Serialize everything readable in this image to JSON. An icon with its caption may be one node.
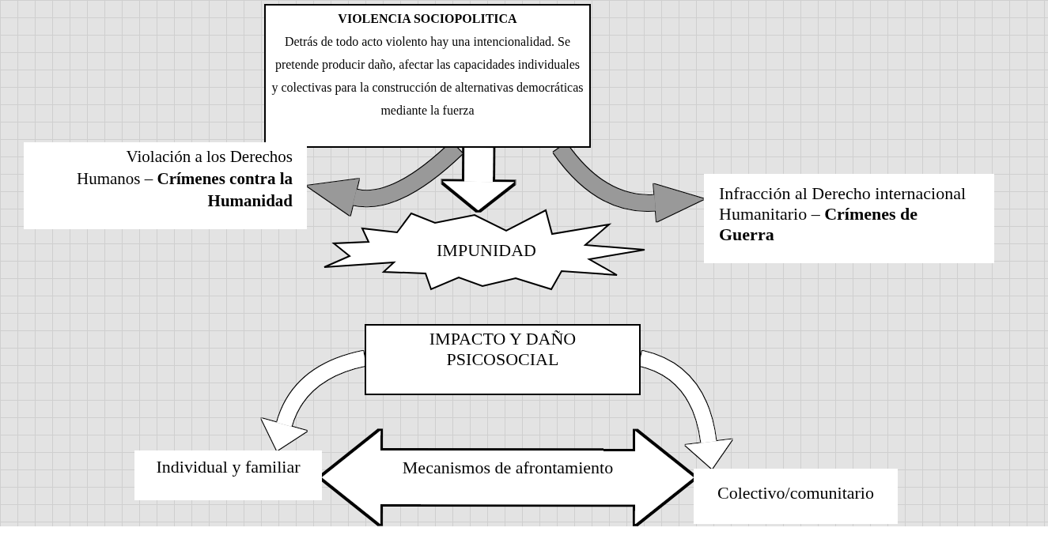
{
  "diagram": {
    "nodes": [
      {
        "text": [
          "VIOLENCIA SOCIOPOLITICA",
          "Detrás de todo acto violento hay una intencionalidad. Se pretende producir daño, afectar las capacidades individuales y colectivas para la construcción de alternativas democráticas mediante la fuerza"
        ]
      },
      {
        "text": [
          "Violación a los Derechos Humanos – **Crímenes contra la Humanidad**"
        ]
      },
      {
        "text": [
          "Infracción al Derecho internacional Humanitario – **Crímenes de Guerra**"
        ]
      },
      {
        "text": [
          "IMPUNIDAD"
        ]
      },
      {
        "text": [
          "IMPACTO Y DAÑO PSICOSOCIAL"
        ]
      },
      {
        "text": [
          "Individual y familiar"
        ]
      },
      {
        "text": [
          "Colectivo/comunitario"
        ]
      }
    ],
    "edges": [
      {
        "from": 0,
        "to": 3,
        "arrow": "to",
        "style": "thick"
      },
      {
        "from": 0,
        "to": 1,
        "arrow": "to",
        "color": "#999999"
      },
      {
        "from": 0,
        "to": 2,
        "arrow": "to",
        "color": "#999999"
      },
      {
        "from": 4,
        "to": 5,
        "arrow": "to"
      },
      {
        "from": 4,
        "to": 6,
        "arrow": "to"
      },
      {
        "from": 5,
        "to": 6,
        "arrow": "both",
        "style": "thick",
        "label": "Mecanismos de afrontamiento"
      }
    ]
  }
}
